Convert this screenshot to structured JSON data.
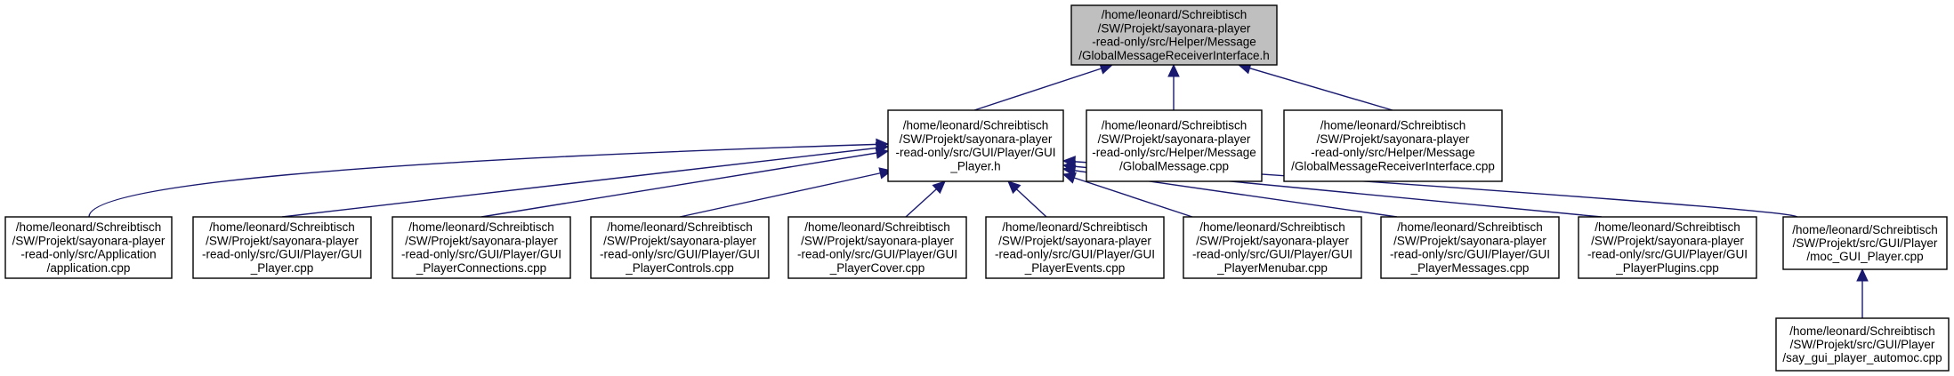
{
  "graph": {
    "title": "",
    "colors": {
      "edge": "#191970",
      "root_fill": "#bfbfbf",
      "node_fill": "#ffffff",
      "border": "#000000"
    },
    "nodes": {
      "root": {
        "lines": [
          "/home/leonard/Schreibtisch",
          "/SW/Projekt/sayonara-player",
          "-read-only/src/Helper/Message",
          "/GlobalMessageReceiverInterface.h"
        ],
        "is_focus": true
      },
      "gui_player_h": {
        "lines": [
          "/home/leonard/Schreibtisch",
          "/SW/Projekt/sayonara-player",
          "-read-only/src/GUI/Player/GUI",
          "_Player.h"
        ]
      },
      "global_message_cpp": {
        "lines": [
          "/home/leonard/Schreibtisch",
          "/SW/Projekt/sayonara-player",
          "-read-only/src/Helper/Message",
          "/GlobalMessage.cpp"
        ]
      },
      "gmri_cpp": {
        "lines": [
          "/home/leonard/Schreibtisch",
          "/SW/Projekt/sayonara-player",
          "-read-only/src/Helper/Message",
          "/GlobalMessageReceiverInterface.cpp"
        ]
      },
      "application_cpp": {
        "lines": [
          "/home/leonard/Schreibtisch",
          "/SW/Projekt/sayonara-player",
          "-read-only/src/Application",
          "/application.cpp"
        ]
      },
      "gui_player_cpp": {
        "lines": [
          "/home/leonard/Schreibtisch",
          "/SW/Projekt/sayonara-player",
          "-read-only/src/GUI/Player/GUI",
          "_Player.cpp"
        ]
      },
      "connections_cpp": {
        "lines": [
          "/home/leonard/Schreibtisch",
          "/SW/Projekt/sayonara-player",
          "-read-only/src/GUI/Player/GUI",
          "_PlayerConnections.cpp"
        ]
      },
      "controls_cpp": {
        "lines": [
          "/home/leonard/Schreibtisch",
          "/SW/Projekt/sayonara-player",
          "-read-only/src/GUI/Player/GUI",
          "_PlayerControls.cpp"
        ]
      },
      "cover_cpp": {
        "lines": [
          "/home/leonard/Schreibtisch",
          "/SW/Projekt/sayonara-player",
          "-read-only/src/GUI/Player/GUI",
          "_PlayerCover.cpp"
        ]
      },
      "events_cpp": {
        "lines": [
          "/home/leonard/Schreibtisch",
          "/SW/Projekt/sayonara-player",
          "-read-only/src/GUI/Player/GUI",
          "_PlayerEvents.cpp"
        ]
      },
      "menubar_cpp": {
        "lines": [
          "/home/leonard/Schreibtisch",
          "/SW/Projekt/sayonara-player",
          "-read-only/src/GUI/Player/GUI",
          "_PlayerMenubar.cpp"
        ]
      },
      "messages_cpp": {
        "lines": [
          "/home/leonard/Schreibtisch",
          "/SW/Projekt/sayonara-player",
          "-read-only/src/GUI/Player/GUI",
          "_PlayerMessages.cpp"
        ]
      },
      "plugins_cpp": {
        "lines": [
          "/home/leonard/Schreibtisch",
          "/SW/Projekt/sayonara-player",
          "-read-only/src/GUI/Player/GUI",
          "_PlayerPlugins.cpp"
        ]
      },
      "moc_cpp": {
        "lines": [
          "/home/leonard/Schreibtisch",
          "/SW/Projekt/src/GUI/Player",
          "/moc_GUI_Player.cpp"
        ]
      },
      "automoc_cpp": {
        "lines": [
          "/home/leonard/Schreibtisch",
          "/SW/Projekt/src/GUI/Player",
          "/say_gui_player_automoc.cpp"
        ]
      }
    },
    "edges": [
      {
        "from": "gui_player_h",
        "to": "root"
      },
      {
        "from": "global_message_cpp",
        "to": "root"
      },
      {
        "from": "gmri_cpp",
        "to": "root"
      },
      {
        "from": "application_cpp",
        "to": "gui_player_h"
      },
      {
        "from": "gui_player_cpp",
        "to": "gui_player_h"
      },
      {
        "from": "connections_cpp",
        "to": "gui_player_h"
      },
      {
        "from": "controls_cpp",
        "to": "gui_player_h"
      },
      {
        "from": "cover_cpp",
        "to": "gui_player_h"
      },
      {
        "from": "events_cpp",
        "to": "gui_player_h"
      },
      {
        "from": "menubar_cpp",
        "to": "gui_player_h"
      },
      {
        "from": "messages_cpp",
        "to": "gui_player_h"
      },
      {
        "from": "plugins_cpp",
        "to": "gui_player_h"
      },
      {
        "from": "moc_cpp",
        "to": "gui_player_h"
      },
      {
        "from": "automoc_cpp",
        "to": "moc_cpp"
      }
    ]
  }
}
